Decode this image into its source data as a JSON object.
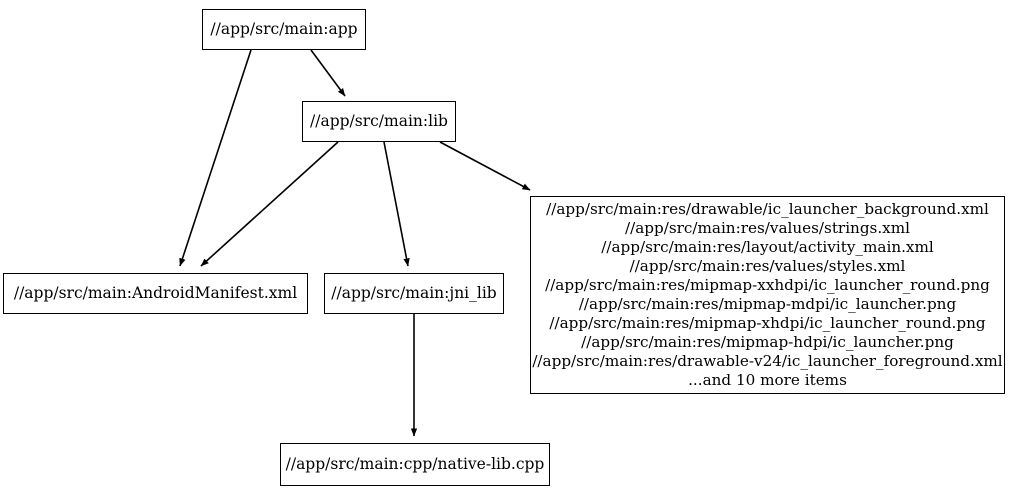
{
  "graph": {
    "type": "directed-dependency-graph",
    "nodes": [
      {
        "id": "app",
        "label": "//app/src/main:app"
      },
      {
        "id": "lib",
        "label": "//app/src/main:lib"
      },
      {
        "id": "manifest",
        "label": "//app/src/main:AndroidManifest.xml"
      },
      {
        "id": "jni_lib",
        "label": "//app/src/main:jni_lib"
      },
      {
        "id": "native_lib",
        "label": "//app/src/main:cpp/native-lib.cpp"
      },
      {
        "id": "res_group",
        "lines": [
          "//app/src/main:res/drawable/ic_launcher_background.xml",
          "//app/src/main:res/values/strings.xml",
          "//app/src/main:res/layout/activity_main.xml",
          "//app/src/main:res/values/styles.xml",
          "//app/src/main:res/mipmap-xxhdpi/ic_launcher_round.png",
          "//app/src/main:res/mipmap-mdpi/ic_launcher.png",
          "//app/src/main:res/mipmap-xhdpi/ic_launcher_round.png",
          "//app/src/main:res/mipmap-hdpi/ic_launcher.png",
          "//app/src/main:res/drawable-v24/ic_launcher_foreground.xml",
          "...and 10 more items"
        ]
      }
    ],
    "edges": [
      {
        "from": "app",
        "to": "lib"
      },
      {
        "from": "app",
        "to": "manifest"
      },
      {
        "from": "lib",
        "to": "manifest"
      },
      {
        "from": "lib",
        "to": "jni_lib"
      },
      {
        "from": "lib",
        "to": "res_group"
      },
      {
        "from": "jni_lib",
        "to": "native_lib"
      }
    ],
    "colors": {
      "background": "#ffffff",
      "node_border": "#000000",
      "node_fill": "#ffffff",
      "edge": "#000000",
      "text": "#000000"
    }
  }
}
